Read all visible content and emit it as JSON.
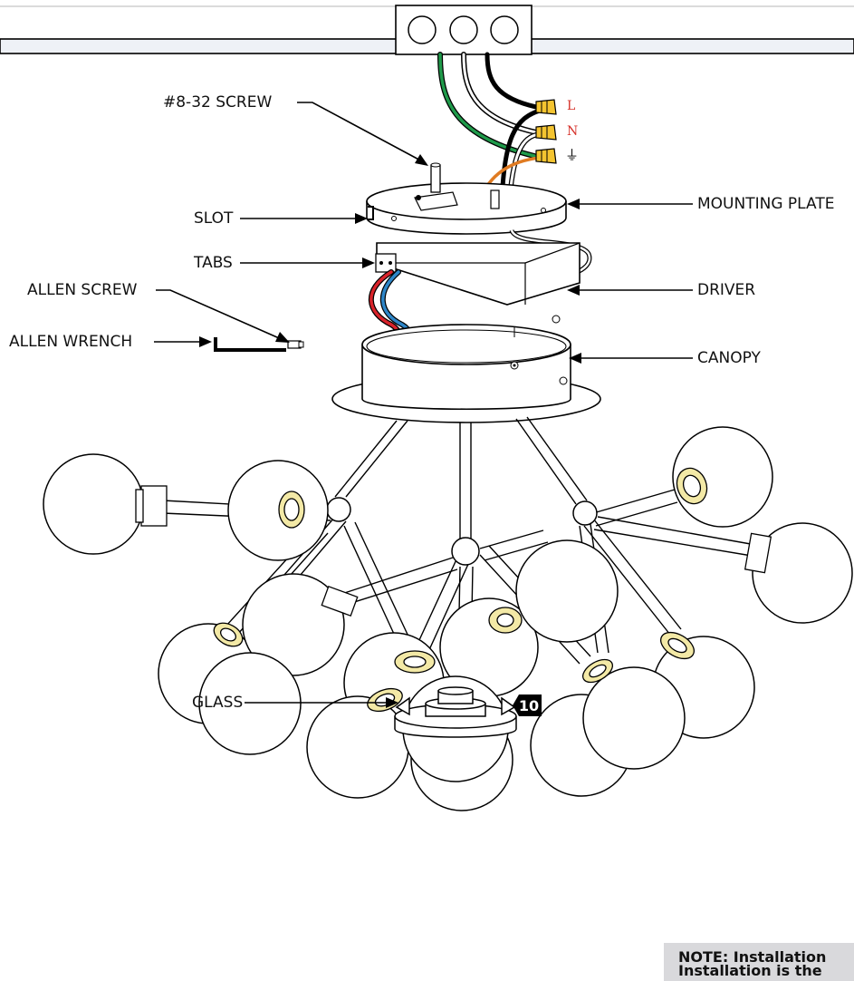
{
  "labels": {
    "screw": "#8-32 SCREW",
    "slot": "SLOT",
    "tabs": "TABS",
    "allen_screw": "ALLEN SCREW",
    "allen_wrench": "ALLEN WRENCH",
    "mounting_plate": "MOUNTING PLATE",
    "driver": "DRIVER",
    "canopy": "CANOPY",
    "glass": "GLASS"
  },
  "wire_labels": {
    "live": "L",
    "neutral": "N",
    "ground": "⏚"
  },
  "step_badge": "10",
  "note": {
    "line1": "NOTE: Installation",
    "line2": "Installation is the"
  },
  "colors": {
    "wire_ground": "#1f9a4a",
    "wire_live": "#111111",
    "wire_orange": "#e07b22",
    "wire_red": "#d8232a",
    "wire_blue": "#2e86c8",
    "wire_nut": "#f4c430",
    "label_red": "#d6322b",
    "socket_ring": "#f3e9a6"
  }
}
